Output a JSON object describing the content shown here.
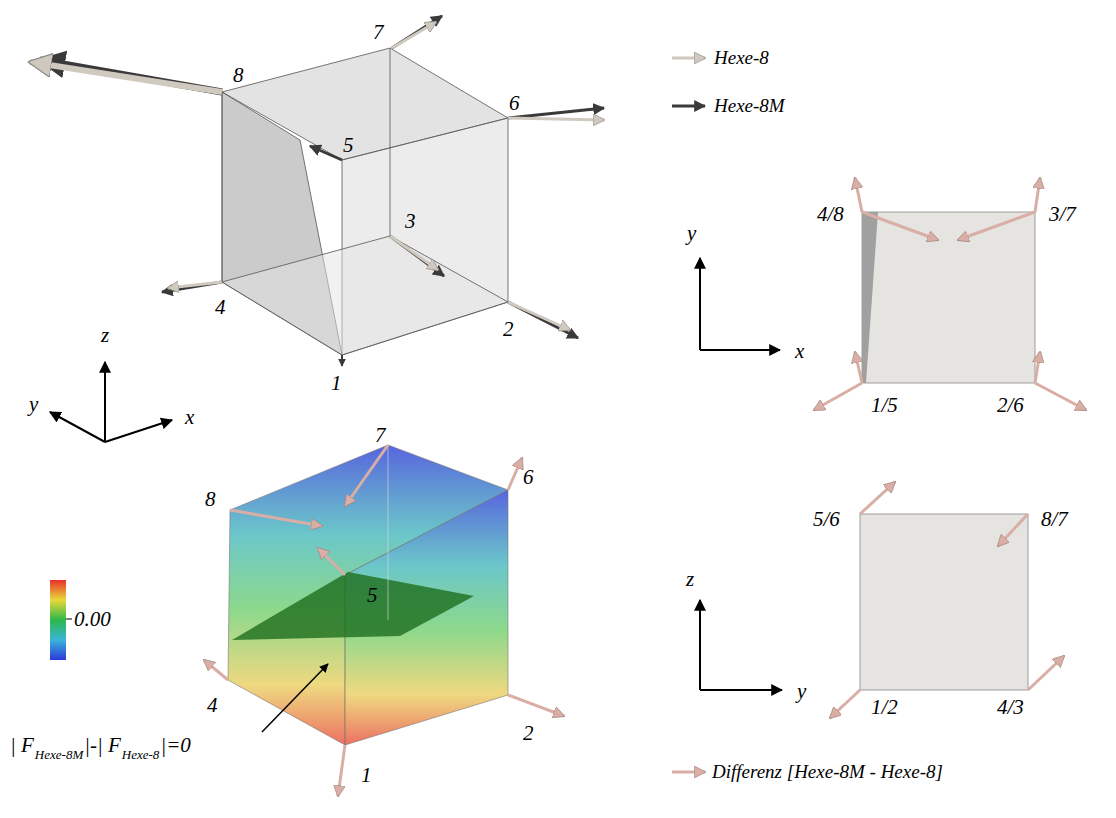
{
  "diagram": {
    "labels": [
      "8",
      "7",
      "6",
      "5",
      "3",
      "4",
      "2",
      "1",
      "z",
      "y",
      "x",
      "0.00",
      "8",
      "7",
      "6",
      "5",
      "4",
      "2",
      "1",
      "| F",
      "Hexe-8M",
      "|-| F",
      "Hexe-8",
      "|=0",
      "y",
      "x",
      "4/8",
      "3/7",
      "1/5",
      "2/6",
      "z",
      "y",
      "5/6",
      "8/7",
      "1/2",
      "4/3"
    ],
    "legend": [
      {
        "text": "Hexe-8"
      },
      {
        "text": "Hexe-8M"
      },
      {
        "text": "Differenz [Hexe-8M - Hexe-8]"
      }
    ]
  }
}
